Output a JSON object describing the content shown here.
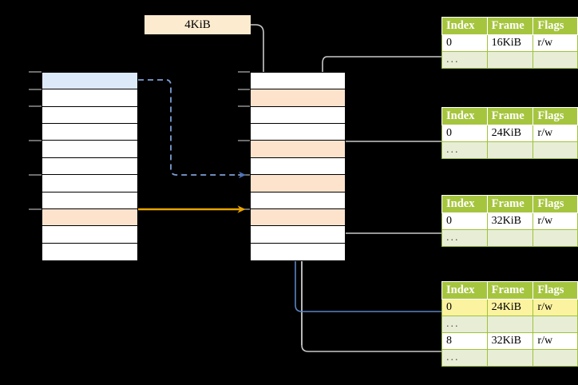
{
  "diagram": {
    "title": "multi-level page table address translation",
    "size_label": "4KiB",
    "colors": {
      "table_header_bg": "#a6c53f",
      "table_alt_row_bg": "#e8eed6",
      "highlight_yellow": "#fbf3a0",
      "peach_row": "#fde3cc",
      "blue_row": "#dce9f9",
      "blue_arrow": "#4a72b8",
      "orange_arrow": "#e8a400",
      "gray_arrow": "#c9c9c9"
    }
  },
  "left_column": {
    "name": "left-memory-column",
    "row_count": 11,
    "rows": [
      {
        "index": 0,
        "fill": "blue"
      },
      {
        "index": 1,
        "fill": "white"
      },
      {
        "index": 2,
        "fill": "white"
      },
      {
        "index": 3,
        "fill": "white"
      },
      {
        "index": 4,
        "fill": "white"
      },
      {
        "index": 5,
        "fill": "white"
      },
      {
        "index": 6,
        "fill": "white"
      },
      {
        "index": 7,
        "fill": "white"
      },
      {
        "index": 8,
        "fill": "peach"
      },
      {
        "index": 9,
        "fill": "white"
      },
      {
        "index": 10,
        "fill": "white"
      }
    ]
  },
  "mid_column": {
    "name": "middle-memory-column",
    "row_count": 11,
    "rows": [
      {
        "index": 0,
        "fill": "white"
      },
      {
        "index": 1,
        "fill": "peach"
      },
      {
        "index": 2,
        "fill": "white"
      },
      {
        "index": 3,
        "fill": "white"
      },
      {
        "index": 4,
        "fill": "peach"
      },
      {
        "index": 5,
        "fill": "white"
      },
      {
        "index": 6,
        "fill": "peach"
      },
      {
        "index": 7,
        "fill": "white"
      },
      {
        "index": 8,
        "fill": "peach"
      },
      {
        "index": 9,
        "fill": "white"
      },
      {
        "index": 10,
        "fill": "white"
      }
    ]
  },
  "tables": [
    {
      "id": "table-1",
      "headers": [
        "Index",
        "Frame",
        "Flags"
      ],
      "rows": [
        {
          "cells": [
            "0",
            "16KiB",
            "r/w"
          ],
          "style": "normal",
          "highlight": false
        },
        {
          "cells": [
            "...",
            "",
            ""
          ],
          "style": "alt",
          "highlight": false
        }
      ]
    },
    {
      "id": "table-2",
      "headers": [
        "Index",
        "Frame",
        "Flags"
      ],
      "rows": [
        {
          "cells": [
            "0",
            "24KiB",
            "r/w"
          ],
          "style": "normal",
          "highlight": false
        },
        {
          "cells": [
            "...",
            "",
            ""
          ],
          "style": "alt",
          "highlight": false
        }
      ]
    },
    {
      "id": "table-3",
      "headers": [
        "Index",
        "Frame",
        "Flags"
      ],
      "rows": [
        {
          "cells": [
            "0",
            "32KiB",
            "r/w"
          ],
          "style": "normal",
          "highlight": false
        },
        {
          "cells": [
            "...",
            "",
            ""
          ],
          "style": "alt",
          "highlight": false
        }
      ]
    },
    {
      "id": "table-4",
      "headers": [
        "Index",
        "Frame",
        "Flags"
      ],
      "rows": [
        {
          "cells": [
            "0",
            "24KiB",
            "r/w"
          ],
          "style": "normal",
          "highlight": true
        },
        {
          "cells": [
            "...",
            "",
            ""
          ],
          "style": "alt",
          "highlight": false
        },
        {
          "cells": [
            "8",
            "32KiB",
            "r/w"
          ],
          "style": "normal",
          "highlight": false
        },
        {
          "cells": [
            "...",
            "",
            ""
          ],
          "style": "alt",
          "highlight": false
        }
      ]
    }
  ],
  "connectors": [
    {
      "name": "size-label-to-mid-row1",
      "color": "gray",
      "style": "solid"
    },
    {
      "name": "left-row0-to-mid-row6",
      "color": "blue",
      "style": "dashed"
    },
    {
      "name": "left-row8-to-mid-row8",
      "color": "orange",
      "style": "solid"
    },
    {
      "name": "table1-row0-to-mid-row4",
      "color": "gray",
      "style": "solid"
    },
    {
      "name": "table2-row0-to-mid-row6",
      "color": "gray",
      "style": "solid"
    },
    {
      "name": "table3-row0-to-mid-row8",
      "color": "gray",
      "style": "solid"
    },
    {
      "name": "table4-row0-to-mid-row6",
      "color": "blue",
      "style": "solid"
    },
    {
      "name": "table4-row8-to-mid-row8",
      "color": "gray",
      "style": "solid"
    }
  ]
}
